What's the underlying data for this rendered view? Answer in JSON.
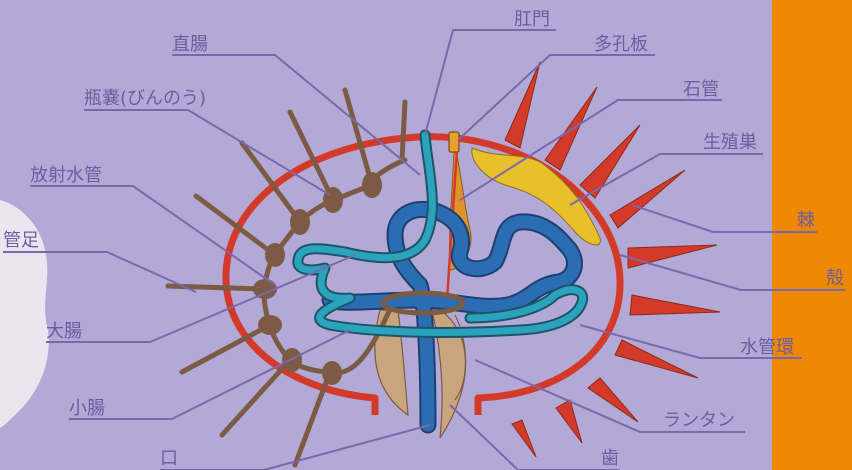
{
  "colors": {
    "background": "#b3a9d6",
    "right_panel": "#ee8800",
    "left_blob": "#e9e6f0",
    "shell": "#d43a2a",
    "label_text": "#6b5da0",
    "leader_line": "#7a68ad",
    "ampulla": "#7d5a43",
    "intestine": "#2a6db3",
    "water_vessel": "#2ba3bc",
    "gonad": "#e8c02a",
    "teeth": "#c9a57e"
  },
  "labels": {
    "anus": "肛門",
    "rectum": "直腸",
    "madreporite": "多孔板",
    "ampulla": "瓶嚢(びんのう)",
    "stone_canal": "石管",
    "radial_canal": "放射水管",
    "gonad": "生殖巣",
    "spine": "棘",
    "tube_feet": "管足",
    "test": "殻",
    "large_intestine": "大腸",
    "ring_canal": "水管環",
    "lantern": "ランタン",
    "small_intestine": "小腸",
    "mouth": "口",
    "teeth": "歯"
  }
}
